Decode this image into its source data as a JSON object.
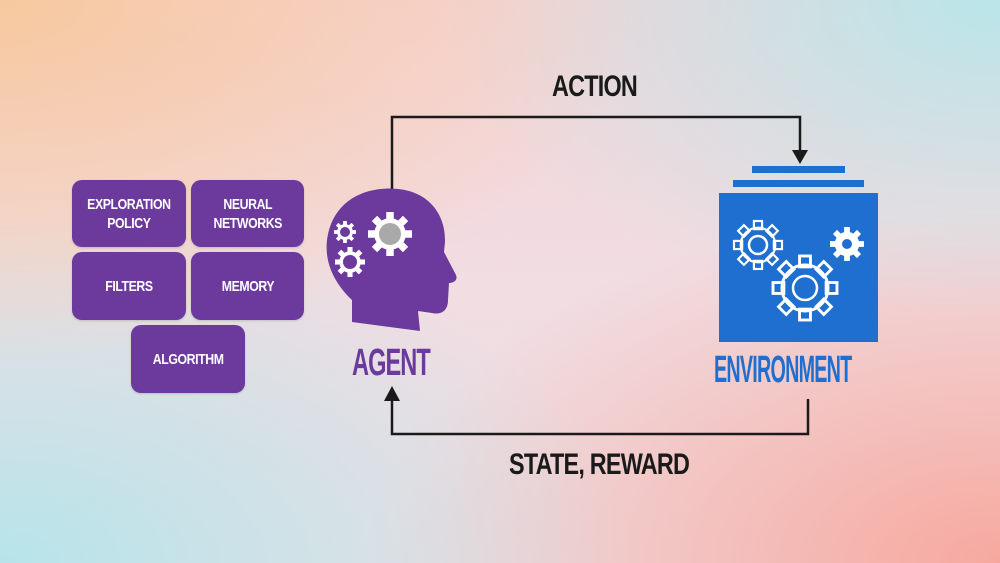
{
  "labels": {
    "action": "ACTION",
    "feedback": "STATE, REWARD",
    "agent": "AGENT",
    "environment": "ENVIRONMENT"
  },
  "modules": {
    "exploration_policy": "EXPLORATION\nPOLICY",
    "neural_networks": "NEURAL\nNETWORKS",
    "filters": "FILTERS",
    "memory": "MEMORY",
    "algorithm": "ALGORITHM"
  },
  "colors": {
    "agent_purple": "#6b3a9c",
    "environment_blue": "#1f6fd0",
    "arrow_black": "#1a1a1a",
    "gear_grey": "#9c9c9c"
  },
  "icons": {
    "agent": "head-with-gears-icon",
    "environment": "server-with-gears-icon"
  }
}
